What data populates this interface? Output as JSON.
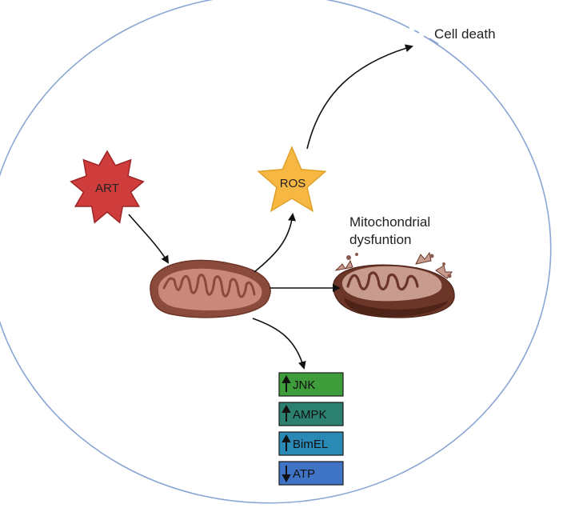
{
  "labels": {
    "cell_death": "Cell death",
    "art": "ART",
    "ros": "ROS",
    "mito_dysfunction_line1": "Mitochondrial",
    "mito_dysfunction_line2": "dysfuntion"
  },
  "markers": [
    {
      "label": "JNK",
      "direction": "up",
      "color": "#3f9c3a"
    },
    {
      "label": "AMPK",
      "direction": "up",
      "color": "#2c8070"
    },
    {
      "label": "BimEL",
      "direction": "up",
      "color": "#2a8ab5"
    },
    {
      "label": "ATP",
      "direction": "down",
      "color": "#3f73c6"
    }
  ],
  "colors": {
    "cell_membrane": "#8aa6d4",
    "art_fill": "#cf3c3c",
    "ros_fill": "#f7b843",
    "mito_outer": "#8a4a3c",
    "mito_inner": "#c9897a"
  }
}
